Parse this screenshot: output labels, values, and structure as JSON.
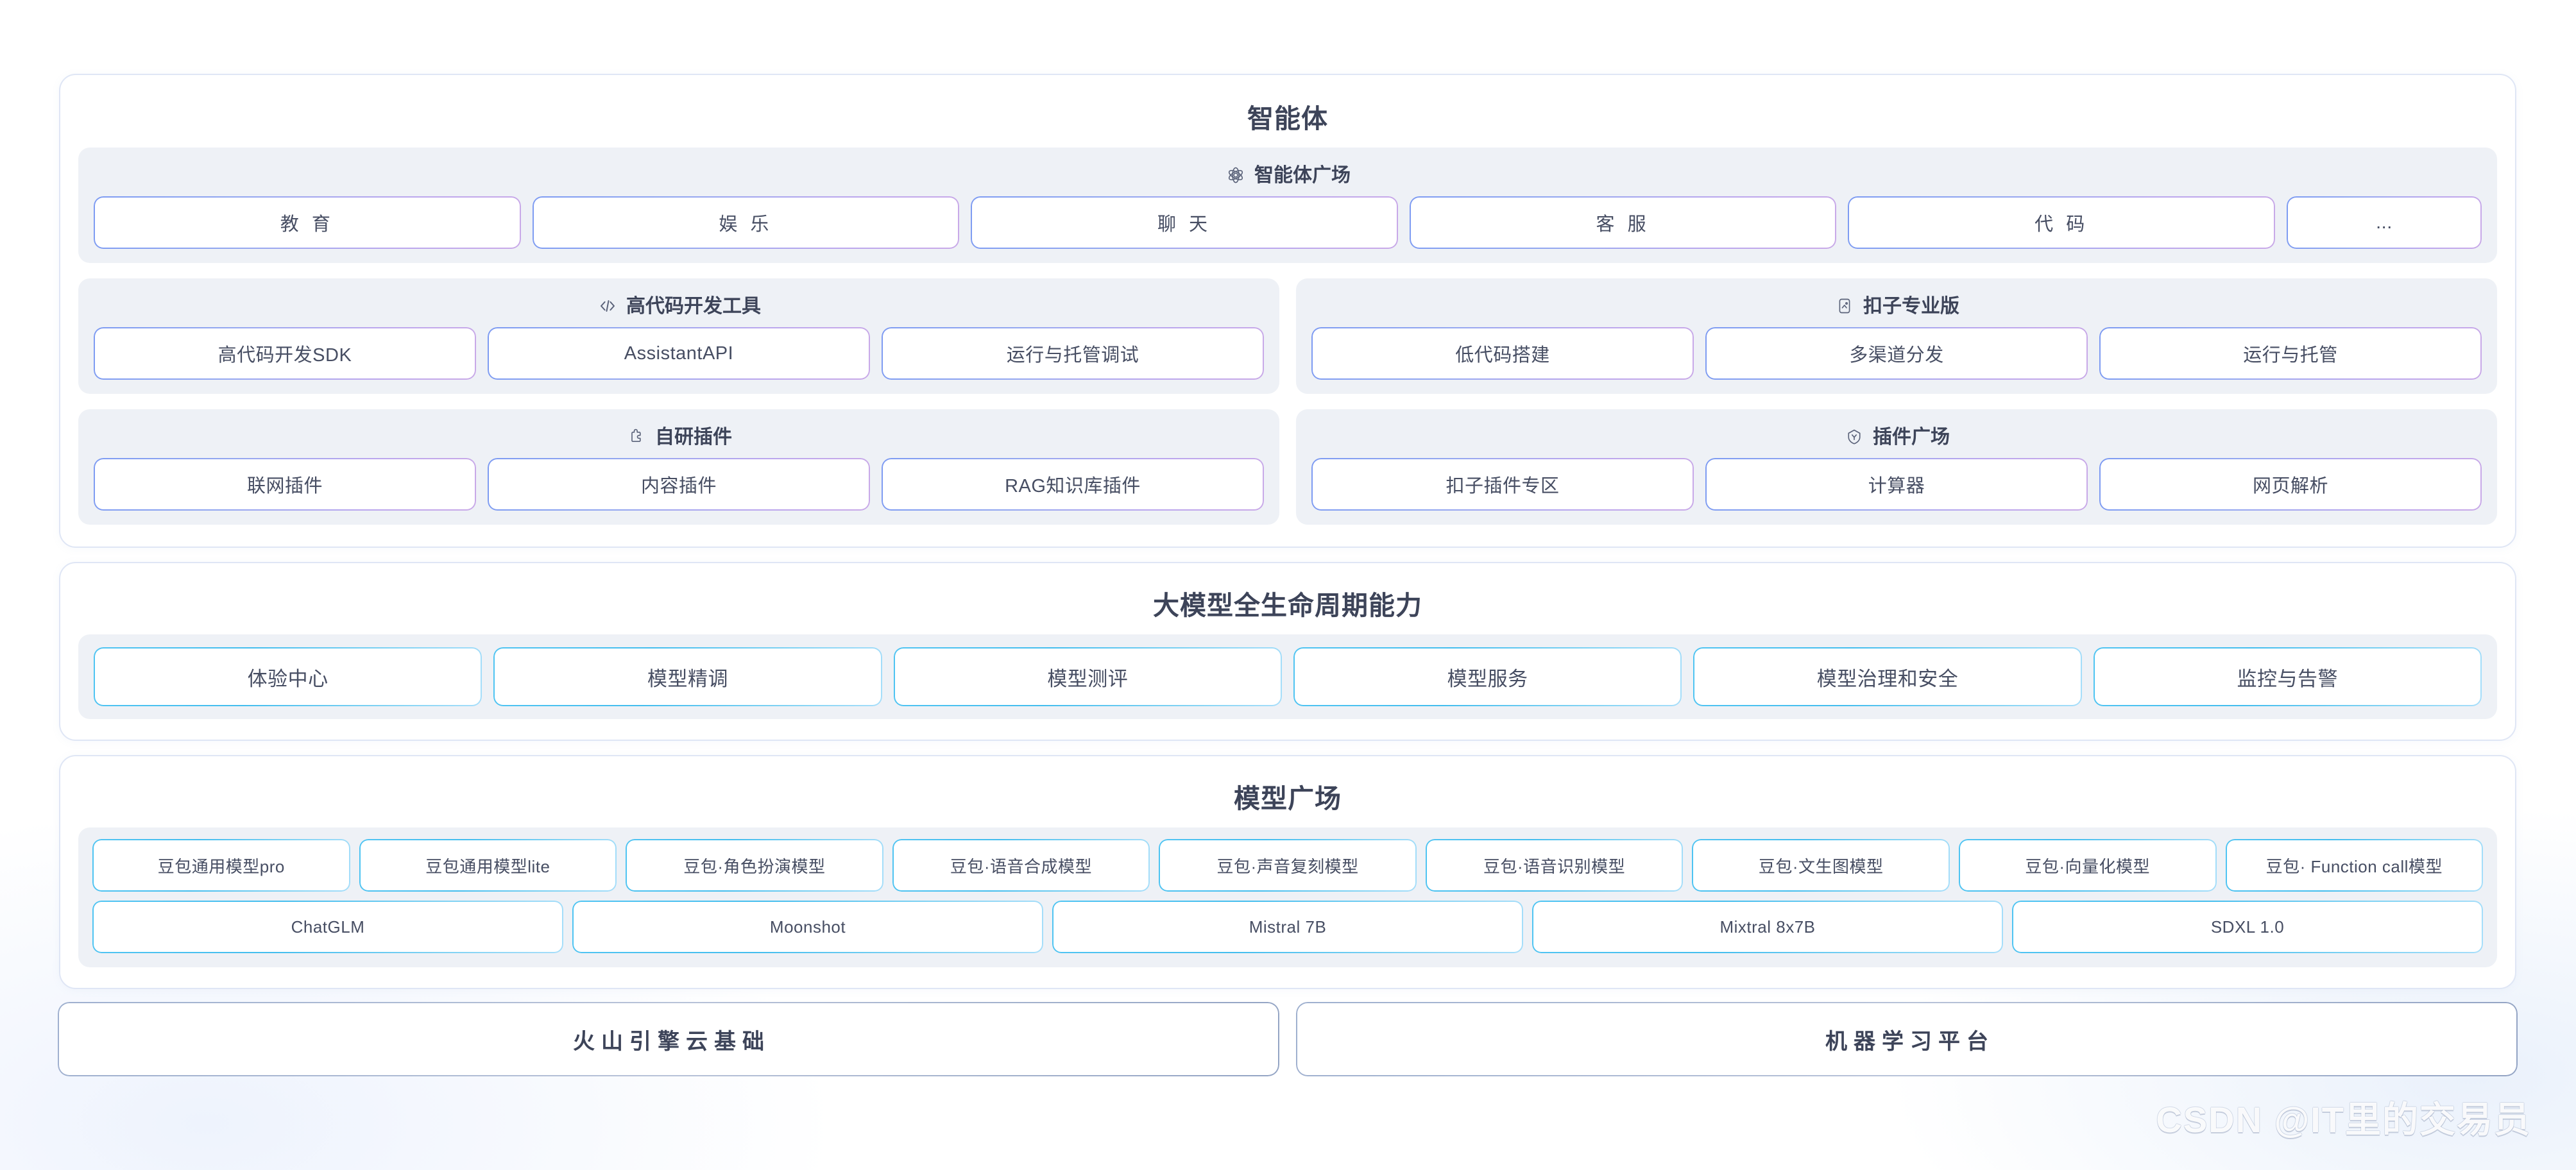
{
  "agent": {
    "title": "智能体",
    "plaza": {
      "icon": "atom-icon",
      "title": "智能体广场",
      "items": [
        {
          "label": "教 育"
        },
        {
          "label": "娱 乐"
        },
        {
          "label": "聊 天"
        },
        {
          "label": "客 服"
        },
        {
          "label": "代 码"
        },
        {
          "label": "..."
        }
      ]
    },
    "panels": [
      {
        "icon": "code-icon",
        "title": "高代码开发工具",
        "items": [
          {
            "label": "高代码开发SDK"
          },
          {
            "label": "AssistantAPI"
          },
          {
            "label": "运行与托管调试"
          }
        ]
      },
      {
        "icon": "device-icon",
        "title": "扣子专业版",
        "items": [
          {
            "label": "低代码搭建"
          },
          {
            "label": "多渠道分发"
          },
          {
            "label": "运行与托管"
          }
        ]
      },
      {
        "icon": "plugin-icon",
        "title": "自研插件",
        "items": [
          {
            "label": "联网插件"
          },
          {
            "label": "内容插件"
          },
          {
            "label": "RAG知识库插件"
          }
        ]
      },
      {
        "icon": "shield-icon",
        "title": "插件广场",
        "items": [
          {
            "label": "扣子插件专区"
          },
          {
            "label": "计算器"
          },
          {
            "label": "网页解析"
          }
        ]
      }
    ]
  },
  "lifecycle": {
    "title": "大模型全生命周期能力",
    "items": [
      {
        "label": "体验中心"
      },
      {
        "label": "模型精调"
      },
      {
        "label": "模型测评"
      },
      {
        "label": "模型服务"
      },
      {
        "label": "模型治理和安全"
      },
      {
        "label": "监控与告警"
      }
    ]
  },
  "model_plaza": {
    "title": "模型广场",
    "row1": [
      {
        "label": "豆包通用模型pro"
      },
      {
        "label": "豆包通用模型lite"
      },
      {
        "label": "豆包·角色扮演模型"
      },
      {
        "label": "豆包·语音合成模型"
      },
      {
        "label": "豆包·声音复刻模型"
      },
      {
        "label": "豆包·语音识别模型"
      },
      {
        "label": "豆包·文生图模型"
      },
      {
        "label": "豆包·向量化模型"
      },
      {
        "label": "豆包· Function call模型"
      }
    ],
    "row2": [
      {
        "label": "ChatGLM"
      },
      {
        "label": "Moonshot"
      },
      {
        "label": "Mistral 7B"
      },
      {
        "label": "Mixtral 8x7B"
      },
      {
        "label": "SDXL 1.0"
      }
    ]
  },
  "footer": {
    "bars": [
      {
        "label": "火山引擎云基础"
      },
      {
        "label": "机器学习平台"
      }
    ]
  },
  "watermark": {
    "text": "CSDN @IT里的交易员"
  },
  "colors": {
    "panel_bg": "#eef1f6",
    "text": "#3d4459",
    "chip_border_start": "#7d9bf2",
    "chip_border_end": "#c9a9e8",
    "chip_cyan_start": "#4fc4f2",
    "chip_cyan_end": "#a6defa",
    "card_border": "#dfe6f5"
  }
}
